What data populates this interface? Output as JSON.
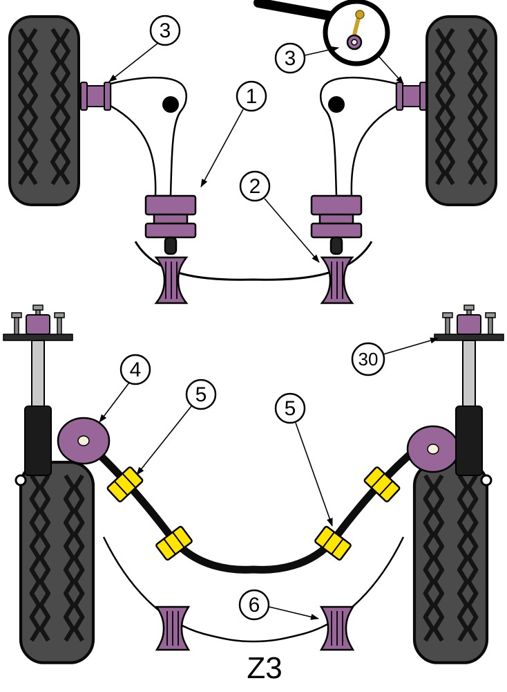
{
  "diagram": {
    "title": "Z3",
    "callouts": {
      "c1": "1",
      "c2": "2",
      "c3_left": "3",
      "c3_right": "3",
      "c4": "4",
      "c5_left": "5",
      "c5_right": "5",
      "c6": "6",
      "c30": "30"
    },
    "colors": {
      "bushing_purple": "#996699",
      "bushing_yellow": "#FFE500",
      "tire_body": "#4b4b4b",
      "tread_dark": "#141414",
      "metal_gray": "#c9c9c9",
      "pin_gold": "#C9A227",
      "outline": "#000000"
    }
  }
}
